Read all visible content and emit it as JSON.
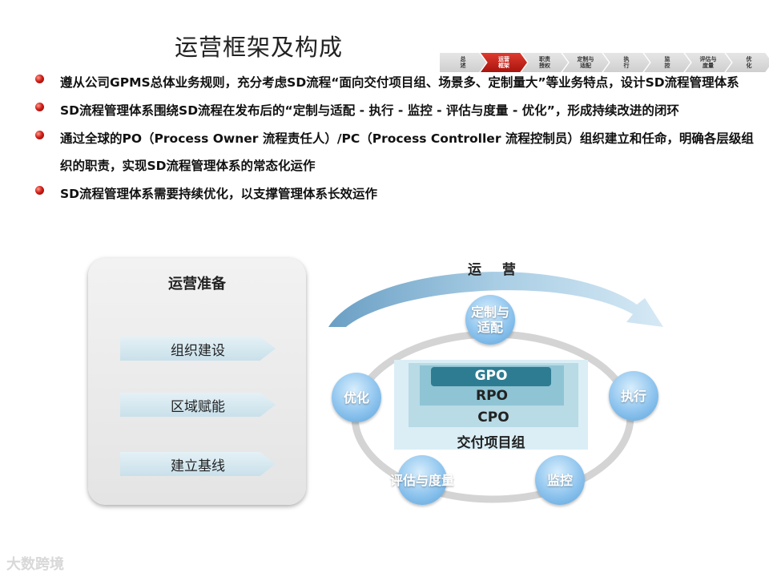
{
  "title": "运营框架及构成",
  "steps": [
    "总\n述",
    "运营\n框架",
    "职责\n授权",
    "定制与\n适配",
    "执\n行",
    "监\n控",
    "评估与\n度量",
    "优\n化"
  ],
  "active_step": 1,
  "bullets": [
    "遵从公司GPMS总体业务规则，充分考虑SD流程“面向交付项目组、场景多、定制量大”等业务特点，设计SD流程管理体系",
    "SD流程管理体系围绕SD流程在发布后的“定制与适配 - 执行 - 监控 - 评估与度量 - 优化”，形成持续改进的闭环",
    "通过全球的PO（Process Owner 流程责任人）/PC（Process Controller 流程控制员）组织建立和任命，明确各层级组织的职责，实现SD流程管理体系的常态化运作",
    "SD流程管理体系需要持续优化，以支撑管理体系长效运作"
  ],
  "panel": {
    "title": "运营准备",
    "items": [
      "组织建设",
      "区域赋能",
      "建立基线"
    ]
  },
  "diagram": {
    "top_label": "运 营",
    "nodes": {
      "custom": "定制与\n适配",
      "execute": "执行",
      "monitor": "监控",
      "evaluate": "评估与度量",
      "optimize": "优化"
    },
    "layers": [
      "GPO",
      "RPO",
      "CPO",
      "交付项目组"
    ]
  },
  "watermark": "大数跨境",
  "colors": {
    "accent_red": "#c8201a",
    "node_blue": "#8ec4ee",
    "gpo_teal": "#2e7c92"
  }
}
